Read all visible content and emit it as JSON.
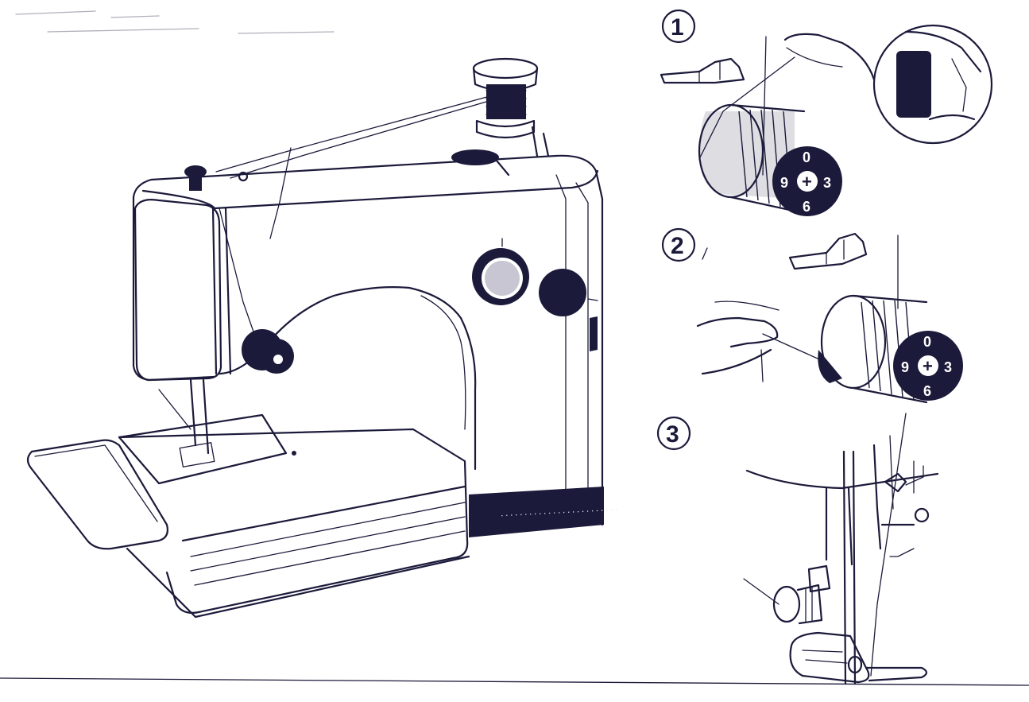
{
  "steps": [
    {
      "label": "1"
    },
    {
      "label": "2"
    },
    {
      "label": "3"
    }
  ],
  "tension_dial": {
    "numbers": [
      "0",
      "3",
      "6",
      "9"
    ],
    "center_symbol": "+"
  },
  "colors": {
    "ink": "#1c1a3a",
    "paper": "#ffffff"
  }
}
